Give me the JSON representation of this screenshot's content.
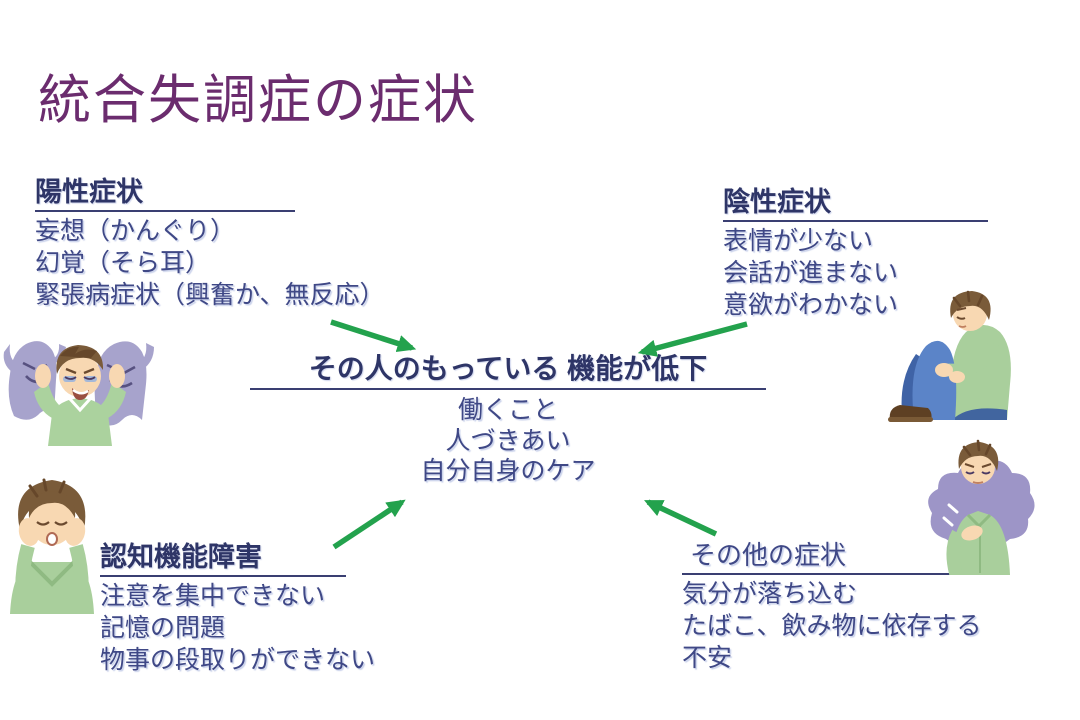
{
  "slide": {
    "title": "統合失調症の症状",
    "sections": {
      "positive": {
        "heading": "陽性症状",
        "items": [
          "妄想（かんぐり）",
          "幻覚（そら耳）",
          "緊張病症状（興奮か、無反応）"
        ]
      },
      "negative": {
        "heading": "陰性症状",
        "items": [
          "表情が少ない",
          "会話が進まない",
          "意欲がわかない"
        ]
      },
      "cognitive": {
        "heading": "認知機能障害",
        "items": [
          "注意を集中できない",
          "記憶の問題",
          "物事の段取りができない"
        ]
      },
      "other": {
        "heading": "その他の症状",
        "items": [
          "気分が落ち込む",
          "たばこ、飲み物に依存する",
          "不安"
        ]
      }
    },
    "center": {
      "heading": "その人のもっている 機能が低下",
      "items": [
        "働くこと",
        "人づきあい",
        "自分自身のケア"
      ]
    },
    "illustrations": {
      "hallucination": "ghosts-behind-distressed-man-illustration",
      "worried": "man-resting-head-in-hands-illustration",
      "withdrawn": "man-sitting-hugging-knees-illustration",
      "anxious": "man-hand-on-chest-with-dark-cloud-illustration"
    },
    "colors": {
      "title-color": "#6B2C6E",
      "heading-color": "#2E3567",
      "body-color": "#3F4886",
      "underline-color": "#3A3F72",
      "arrow-color": "#23A24D",
      "background": "#FFFFFF"
    }
  }
}
